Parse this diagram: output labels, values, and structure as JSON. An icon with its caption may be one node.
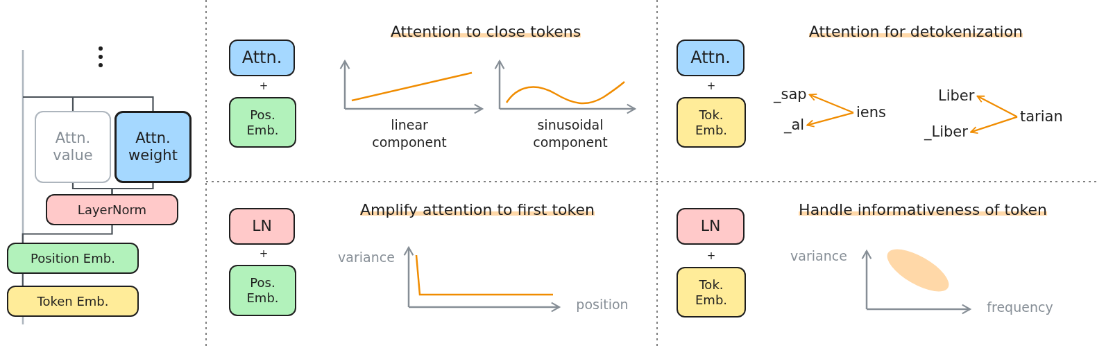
{
  "diagram": {
    "nodes": [
      {
        "text": [
          "Attn. value"
        ]
      },
      {
        "text": [
          "Attn. weight"
        ]
      },
      {
        "text": [
          "LayerNorm"
        ]
      },
      {
        "text": [
          "Position Emb."
        ]
      },
      {
        "text": [
          "Token Emb."
        ]
      },
      {
        "text": [
          "Attn."
        ]
      },
      {
        "text": [
          "Pos. Emb."
        ]
      },
      {
        "text": [
          "Attn."
        ]
      },
      {
        "text": [
          "Tok. Emb."
        ]
      },
      {
        "text": [
          "_sap"
        ]
      },
      {
        "text": [
          "_al"
        ]
      },
      {
        "text": [
          "iens"
        ]
      },
      {
        "text": [
          "Liber"
        ]
      },
      {
        "text": [
          "_Liber"
        ]
      },
      {
        "text": [
          "tarian"
        ]
      },
      {
        "text": [
          "LN"
        ]
      },
      {
        "text": [
          "Pos. Emb."
        ]
      },
      {
        "text": [
          "LN"
        ]
      },
      {
        "text": [
          "Tok. Emb."
        ]
      }
    ],
    "edges": [
      {
        "from": 2,
        "to": 0,
        "arrow": "none"
      },
      {
        "from": 2,
        "to": 1,
        "arrow": "none"
      },
      {
        "from": 0,
        "to": null,
        "arrow": "none"
      },
      {
        "from": 1,
        "to": null,
        "arrow": "none"
      },
      {
        "from": 3,
        "to": 2,
        "arrow": "none"
      },
      {
        "from": 4,
        "to": 3,
        "arrow": "none"
      },
      {
        "from": 11,
        "to": 9,
        "arrow": "to",
        "color": "#f08c00"
      },
      {
        "from": 11,
        "to": 10,
        "arrow": "to",
        "color": "#f08c00"
      },
      {
        "from": 14,
        "to": 12,
        "arrow": "to",
        "color": "#f08c00"
      },
      {
        "from": 14,
        "to": 13,
        "arrow": "to",
        "color": "#f08c00"
      }
    ],
    "labels": [
      "+",
      "Attention to close tokens",
      "linear component",
      "sinusoidal component",
      "+",
      "Attention for detokenization",
      "+",
      "Amplify attention to first token",
      "variance",
      "position",
      "+",
      "Handle informativeness of token",
      "variance",
      "frequency"
    ]
  }
}
